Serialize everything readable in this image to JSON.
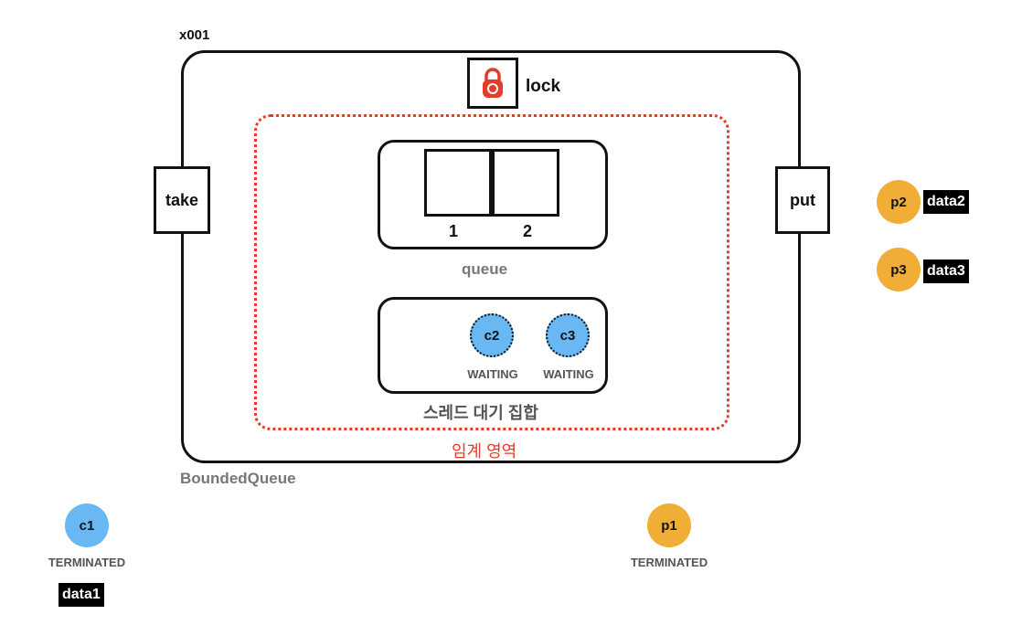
{
  "address": "x001",
  "bounded_queue_label": "BoundedQueue",
  "lock": {
    "icon": "padlock-icon",
    "label": "lock",
    "color": "#e53b2c"
  },
  "take_label": "take",
  "put_label": "put",
  "queue": {
    "label": "queue",
    "slots": [
      "1",
      "2"
    ]
  },
  "wait_set": {
    "label": "스레드 대기 집합",
    "threads": [
      {
        "name": "c2",
        "status": "WAITING"
      },
      {
        "name": "c3",
        "status": "WAITING"
      }
    ]
  },
  "critical_section_label": "임계 영역",
  "critical_section_color": "#e53b2c",
  "producers_waiting": [
    {
      "name": "p2",
      "data": "data2"
    },
    {
      "name": "p3",
      "data": "data3"
    }
  ],
  "consumer_done": {
    "name": "c1",
    "status": "TERMINATED",
    "data": "data1"
  },
  "producer_done": {
    "name": "p1",
    "status": "TERMINATED"
  },
  "colors": {
    "consumer": "#69b8f4",
    "producer": "#f0ae37"
  }
}
